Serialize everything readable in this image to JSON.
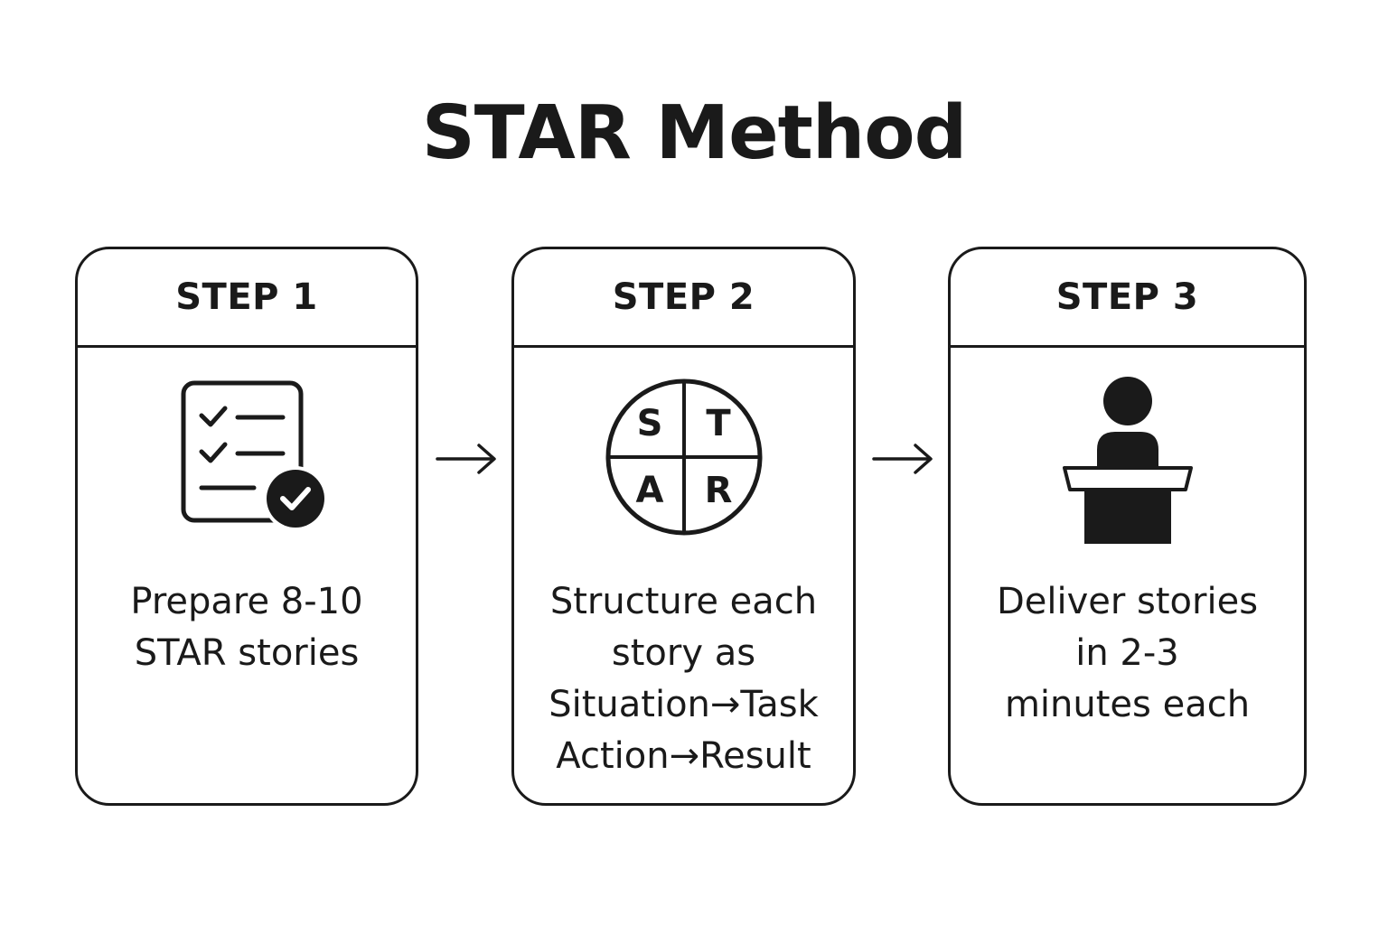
{
  "title": "STAR Method",
  "steps": [
    {
      "header": "STEP 1",
      "icon": "checklist-icon",
      "text": "Prepare 8-10\nSTAR stories"
    },
    {
      "header": "STEP 2",
      "icon": "star-quadrant-icon",
      "quadrants": [
        "S",
        "T",
        "A",
        "R"
      ],
      "text": "Structure each\nstory as\nSituation→Task\nAction→Result"
    },
    {
      "header": "STEP 3",
      "icon": "speaker-podium-icon",
      "text": "Deliver stories\nin 2-3\nminutes each"
    }
  ],
  "arrows": [
    "arrow-right-icon",
    "arrow-right-icon"
  ],
  "colors": {
    "ink": "#1a1a1a",
    "background": "#ffffff"
  }
}
